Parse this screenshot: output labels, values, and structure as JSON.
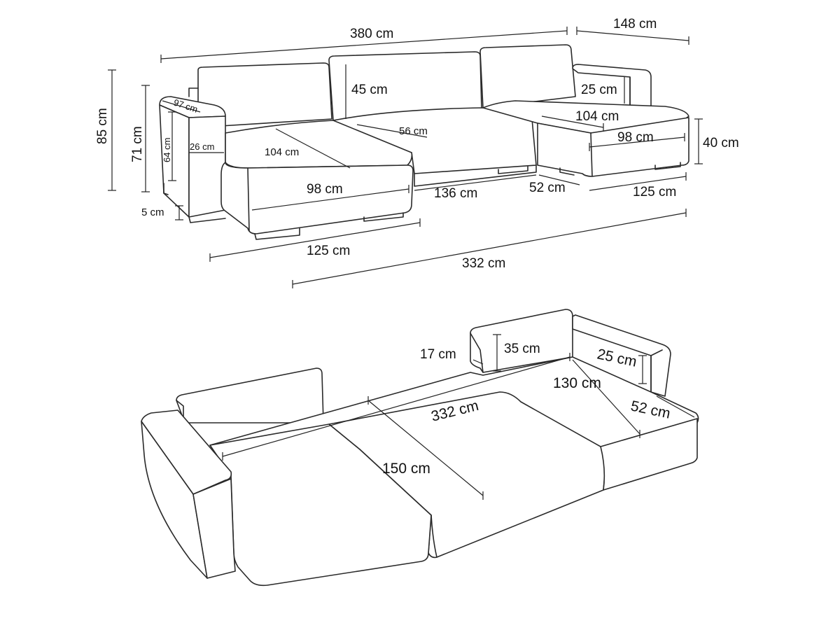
{
  "top_view": {
    "width_total": "380 cm",
    "chaise_depth": "148 cm",
    "height_total": "85 cm",
    "armrest_height": "71 cm",
    "armrest_inner_height": "64 cm",
    "armrest_depth": "97 cm",
    "armrest_width": "26 cm",
    "leg_height": "5 cm",
    "back_height": "45 cm",
    "back_thickness": "25 cm",
    "middle_seat_depth": "56 cm",
    "chaise_left_depth": "104 cm",
    "chaise_right_depth": "104 cm",
    "chaise_left_width": "98 cm",
    "chaise_right_width": "98 cm",
    "seat_height": "40 cm",
    "middle_width": "136 cm",
    "side_seat_width": "52 cm",
    "chaise_left_length": "125 cm",
    "chaise_right_length": "125 cm",
    "seat_total_width": "332 cm"
  },
  "bed_view": {
    "arm_offset": "17 cm",
    "back_height": "35 cm",
    "back_thickness": "25 cm",
    "bed_length": "332 cm",
    "bed_width": "150 cm",
    "extension_depth": "130 cm",
    "side_depth": "52 cm"
  }
}
